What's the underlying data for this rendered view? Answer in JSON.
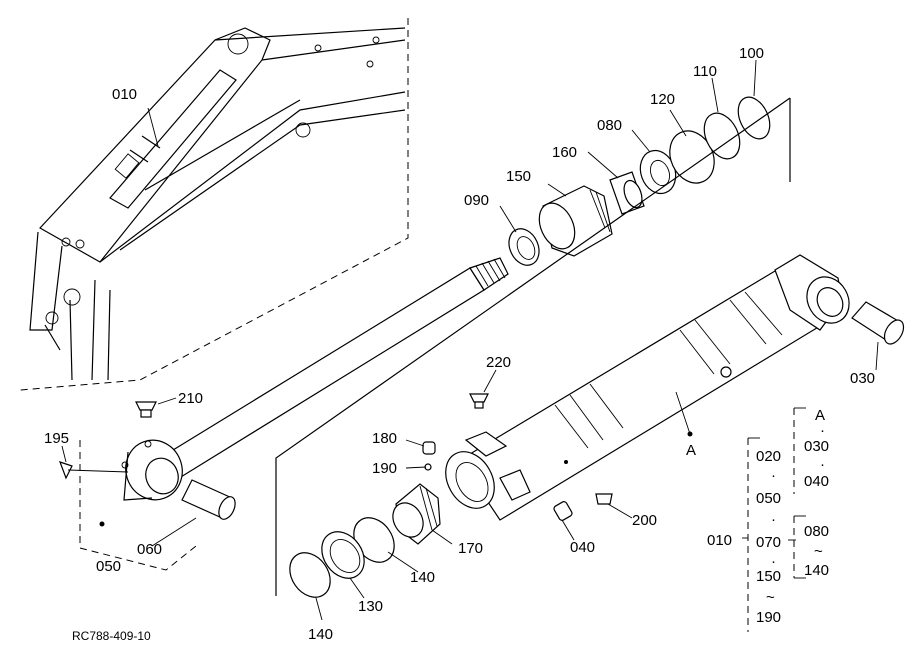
{
  "labels": {
    "p010": "010",
    "p100": "100",
    "p110": "110",
    "p120": "120",
    "p080": "080",
    "p160": "160",
    "p150": "150",
    "p090": "090",
    "p210": "210",
    "p195": "195",
    "p050": "050",
    "p060": "060",
    "p220": "220",
    "p180": "180",
    "p190": "190",
    "p170": "170",
    "p140a": "140",
    "p130": "130",
    "p140b": "140",
    "p040": "040",
    "p200": "200",
    "p030": "030",
    "pA": "A"
  },
  "legend": {
    "top_group": [
      "A",
      "030",
      "040"
    ],
    "left_group": [
      "020",
      "050",
      "070",
      "150",
      "190"
    ],
    "root": "010",
    "sub_group": [
      "080",
      "140"
    ],
    "dot": "·",
    "tilde": "~"
  },
  "reference_code": "RC788-409-10"
}
